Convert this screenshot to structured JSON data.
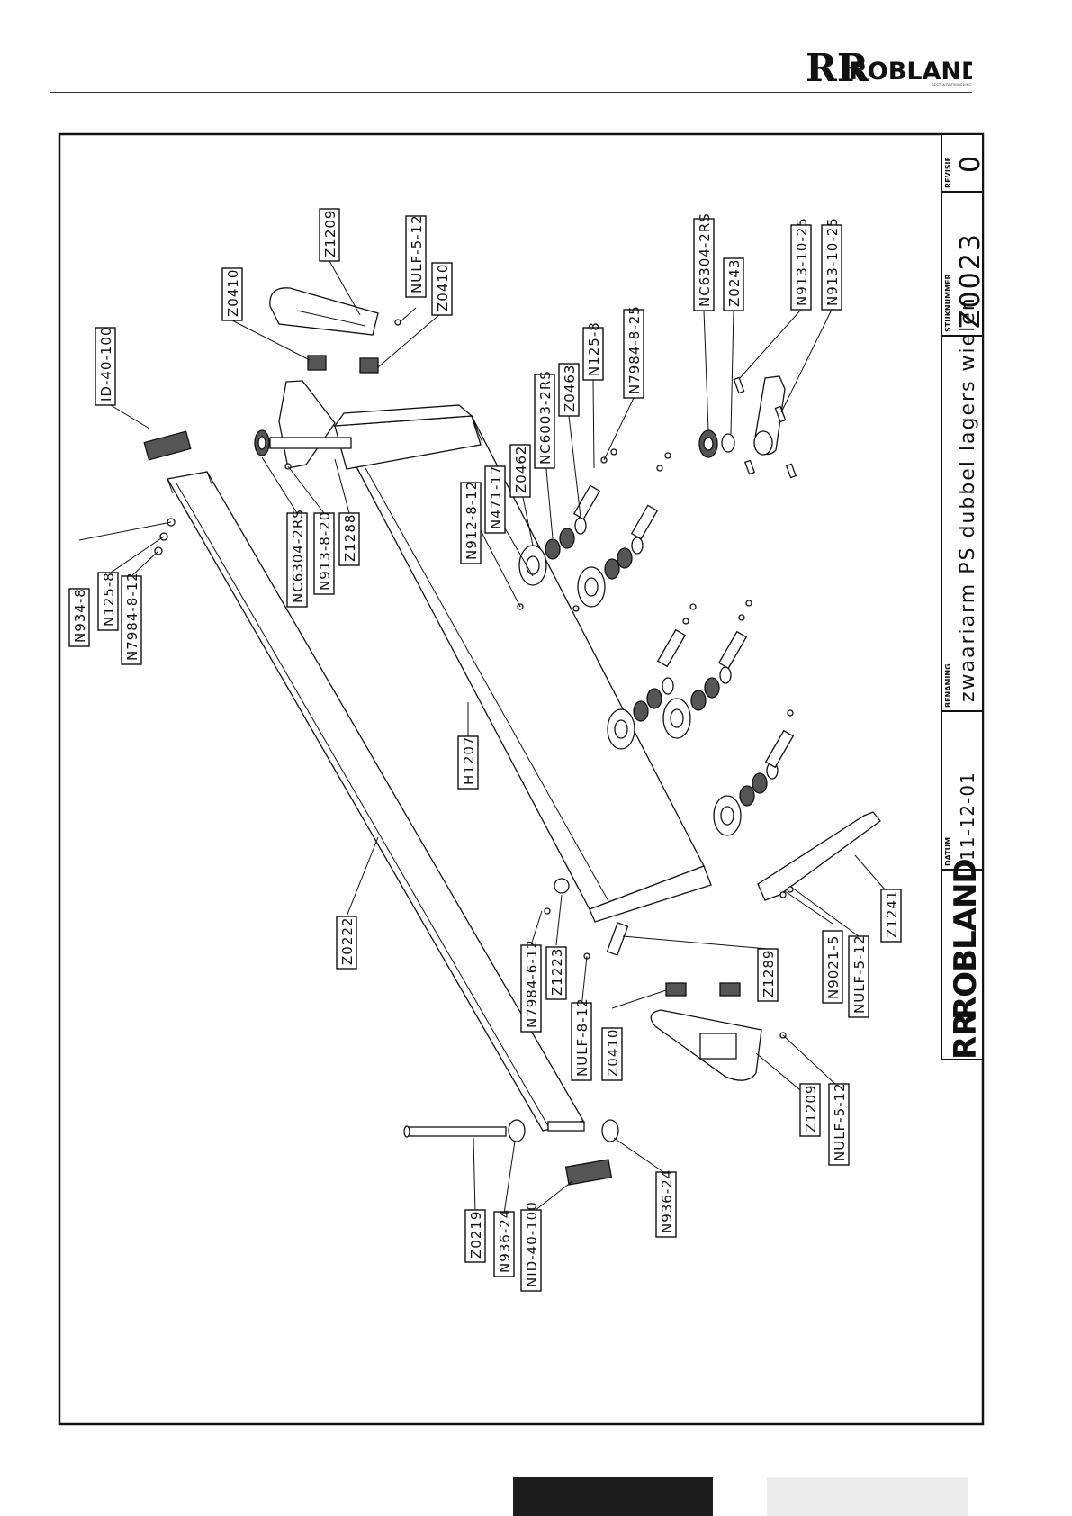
{
  "header": {
    "brand": "ROBLAND",
    "brand_mark": "RR",
    "tagline": "BEST WOODWORKING"
  },
  "title_block": {
    "brand": "ROBLAND",
    "datum_label": "DATUM",
    "datum_value": "11-12-01",
    "benaming_label": "BENAMING",
    "benaming_value": "zwaariarm PS dubbel lagers wielen",
    "stuknummer_label": "STUKNUMMER",
    "stuknummer_value": "Z0023",
    "revisie_label": "REVISIE",
    "revisie_value": "0"
  },
  "parts": [
    {
      "id": "p1",
      "label": "ID-40-100"
    },
    {
      "id": "p2",
      "label": "Z0410"
    },
    {
      "id": "p3",
      "label": "Z1209"
    },
    {
      "id": "p4",
      "label": "NULF-5-12"
    },
    {
      "id": "p5",
      "label": "Z0410"
    },
    {
      "id": "p6",
      "label": "NC6304-2RS"
    },
    {
      "id": "p7",
      "label": "Z0243"
    },
    {
      "id": "p8",
      "label": "N913-10-25"
    },
    {
      "id": "p9",
      "label": "N913-10-25"
    },
    {
      "id": "p10",
      "label": "N934-8"
    },
    {
      "id": "p11",
      "label": "N125-8"
    },
    {
      "id": "p12",
      "label": "N7984-8-12"
    },
    {
      "id": "p13",
      "label": "NC6304-2RS"
    },
    {
      "id": "p14",
      "label": "N913-8-20"
    },
    {
      "id": "p15",
      "label": "Z1288"
    },
    {
      "id": "p16",
      "label": "N912-8-12"
    },
    {
      "id": "p17",
      "label": "N471-17"
    },
    {
      "id": "p18",
      "label": "Z0462"
    },
    {
      "id": "p19",
      "label": "NC6003-2RS"
    },
    {
      "id": "p20",
      "label": "Z0463"
    },
    {
      "id": "p21",
      "label": "N125-8"
    },
    {
      "id": "p22",
      "label": "N7984-8-25"
    },
    {
      "id": "p23",
      "label": "H1207"
    },
    {
      "id": "p24",
      "label": "Z0222"
    },
    {
      "id": "p25",
      "label": "N7984-6-12"
    },
    {
      "id": "p26",
      "label": "Z1223"
    },
    {
      "id": "p27",
      "label": "NULF-8-12"
    },
    {
      "id": "p28",
      "label": "Z0410"
    },
    {
      "id": "p29",
      "label": "Z1289"
    },
    {
      "id": "p30",
      "label": "N9021-5"
    },
    {
      "id": "p31",
      "label": "NULF-5-12"
    },
    {
      "id": "p32",
      "label": "Z1241"
    },
    {
      "id": "p33",
      "label": "Z1209"
    },
    {
      "id": "p34",
      "label": "NULF-5-12"
    },
    {
      "id": "p35",
      "label": "Z0219"
    },
    {
      "id": "p36",
      "label": "N936-24"
    },
    {
      "id": "p37",
      "label": "NID-40-100"
    },
    {
      "id": "p38",
      "label": "N936-24"
    }
  ]
}
